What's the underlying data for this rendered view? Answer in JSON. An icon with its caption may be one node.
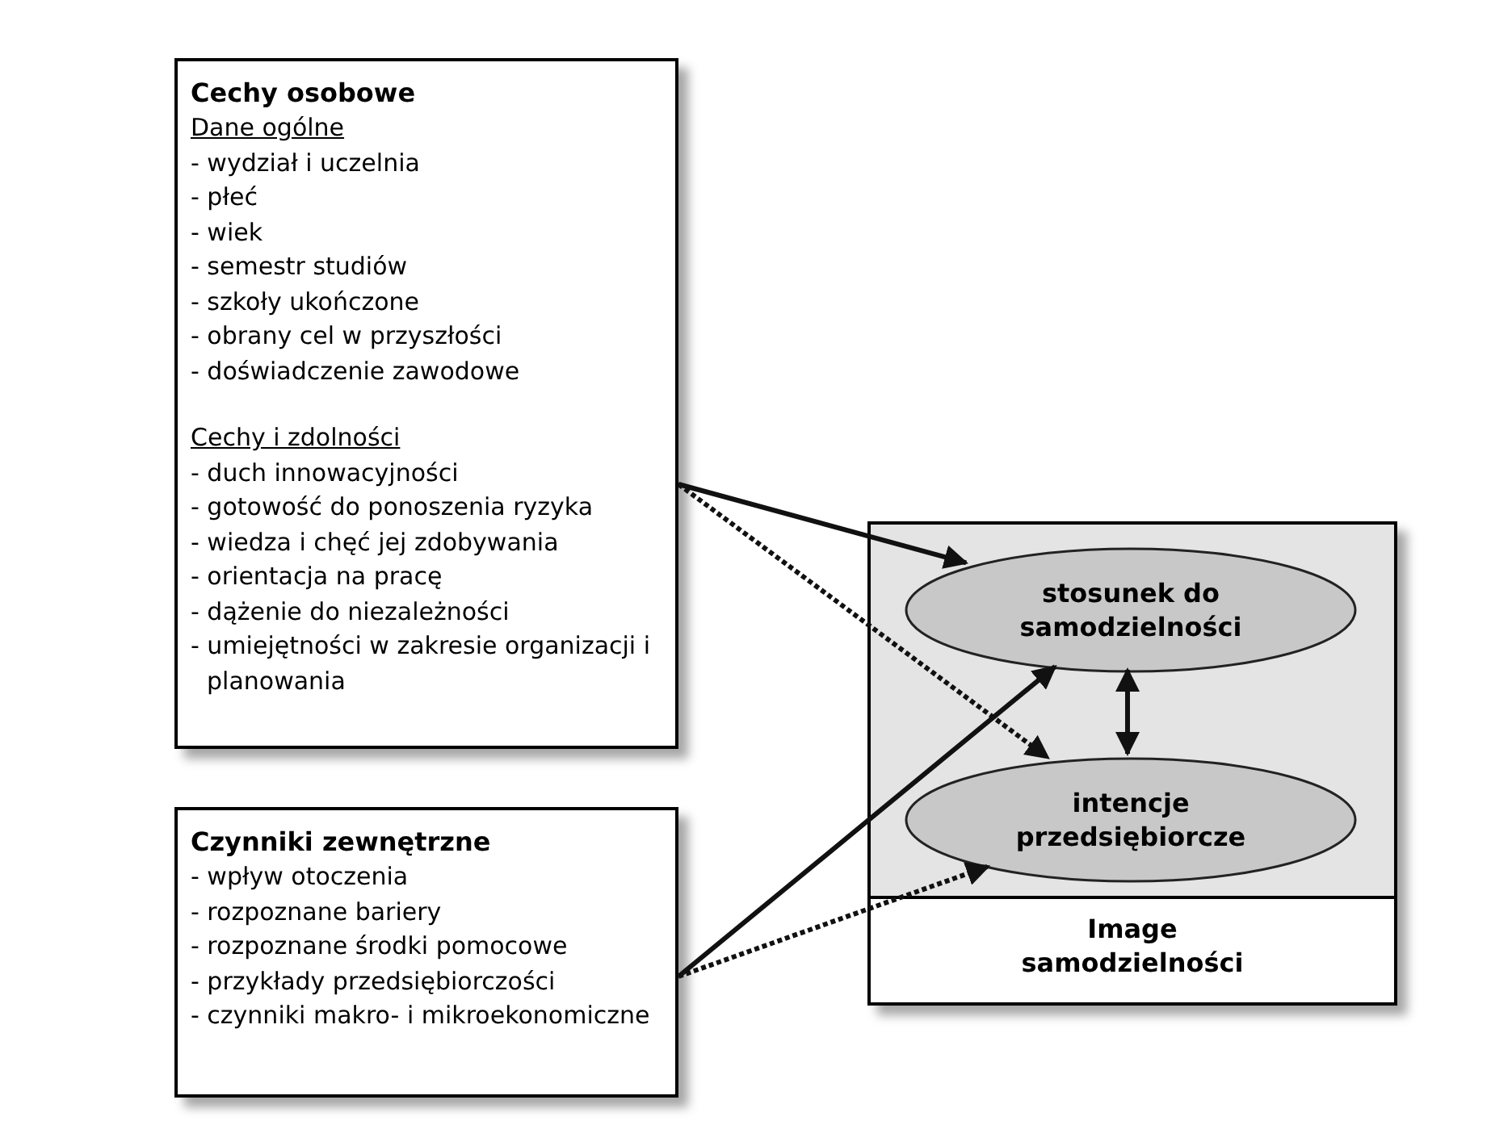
{
  "diagram": {
    "nodes": [
      {
        "text": [
          "Cechy osobowe",
          "Dane ogólne",
          "- wydział i uczelnia",
          "- płeć",
          "- wiek",
          "- semestr studiów",
          "- szkoły ukończone",
          "- obrany cel w przyszłości",
          "- doświadczenie zawodowe",
          "Cechy i zdolności",
          "- duch innowacyjności",
          "- gotowość do ponoszenia ryzyka",
          "- wiedza i chęć jej zdobywania",
          "- orientacja na pracę",
          "- dążenie do niezależności",
          "- umiejętności w zakresie organizacji i planowania"
        ]
      },
      {
        "text": [
          "Czynniki zewnętrzne",
          "- wpływ otoczenia",
          "- rozpoznane bariery",
          "- rozpoznane środki pomocowe",
          "- przykłady przedsiębiorczości",
          "- czynniki makro- i mikroekonomiczne"
        ]
      },
      {
        "text": [
          "Image samodzielności"
        ]
      },
      {
        "text": [
          "stosunek do samodzielności"
        ],
        "in": 2
      },
      {
        "text": [
          "intencje przedsiębiorcze"
        ],
        "in": 2
      }
    ],
    "edges": [
      {
        "from": 0,
        "to": 3,
        "arrow": "to"
      },
      {
        "from": 0,
        "to": 4,
        "arrow": "to",
        "style": "dashed"
      },
      {
        "from": 1,
        "to": 3,
        "arrow": "to"
      },
      {
        "from": 1,
        "to": 4,
        "arrow": "to",
        "style": "dashed"
      },
      {
        "from": 3,
        "to": 4,
        "arrow": "both"
      }
    ]
  }
}
